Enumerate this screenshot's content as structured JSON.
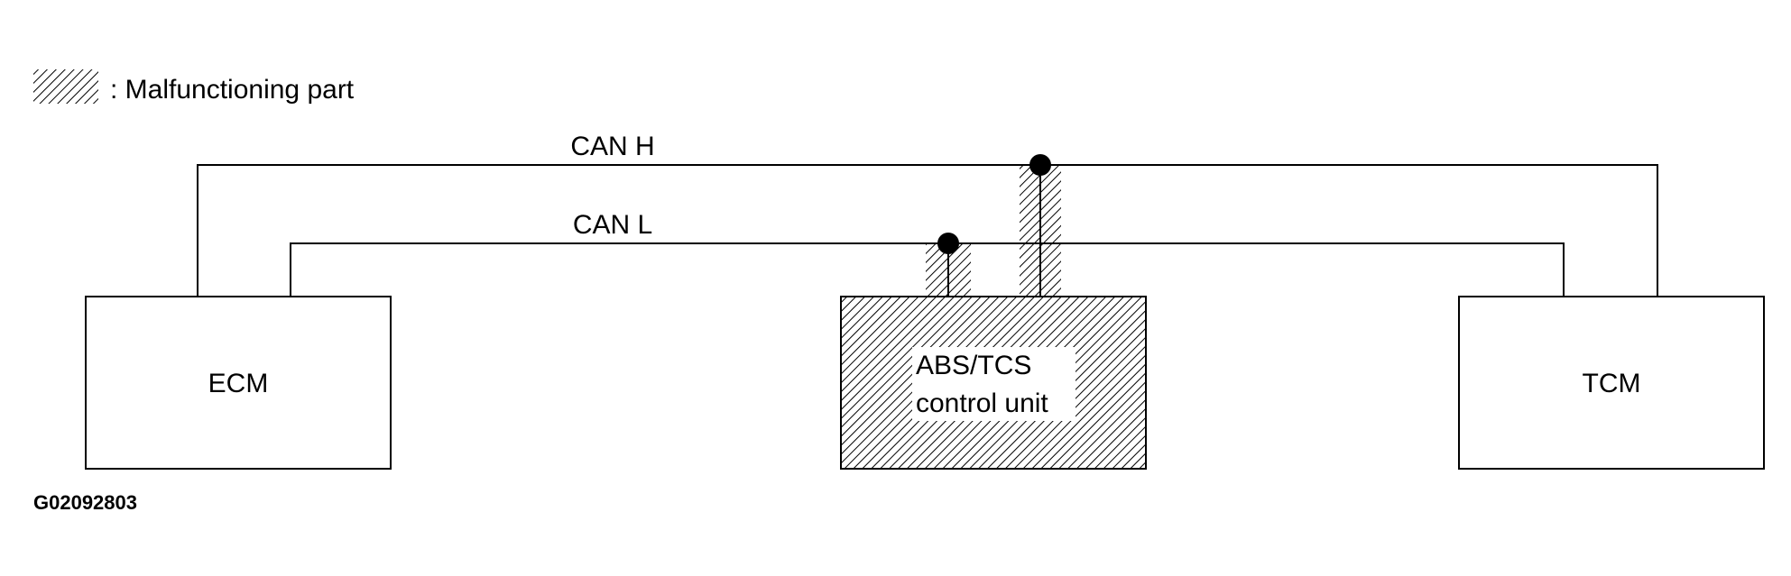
{
  "legend": {
    "text": ": Malfunctioning part",
    "swatch_icon": "hatch-swatch-icon"
  },
  "bus": {
    "can_h_label": "CAN H",
    "can_l_label": "CAN L"
  },
  "units": {
    "ecm_label": "ECM",
    "abs_label_line1": "ABS/TCS",
    "abs_label_line2": "control unit",
    "tcm_label": "TCM"
  },
  "figure_code": "G02092803",
  "colors": {
    "line": "#000000",
    "background": "#ffffff"
  }
}
